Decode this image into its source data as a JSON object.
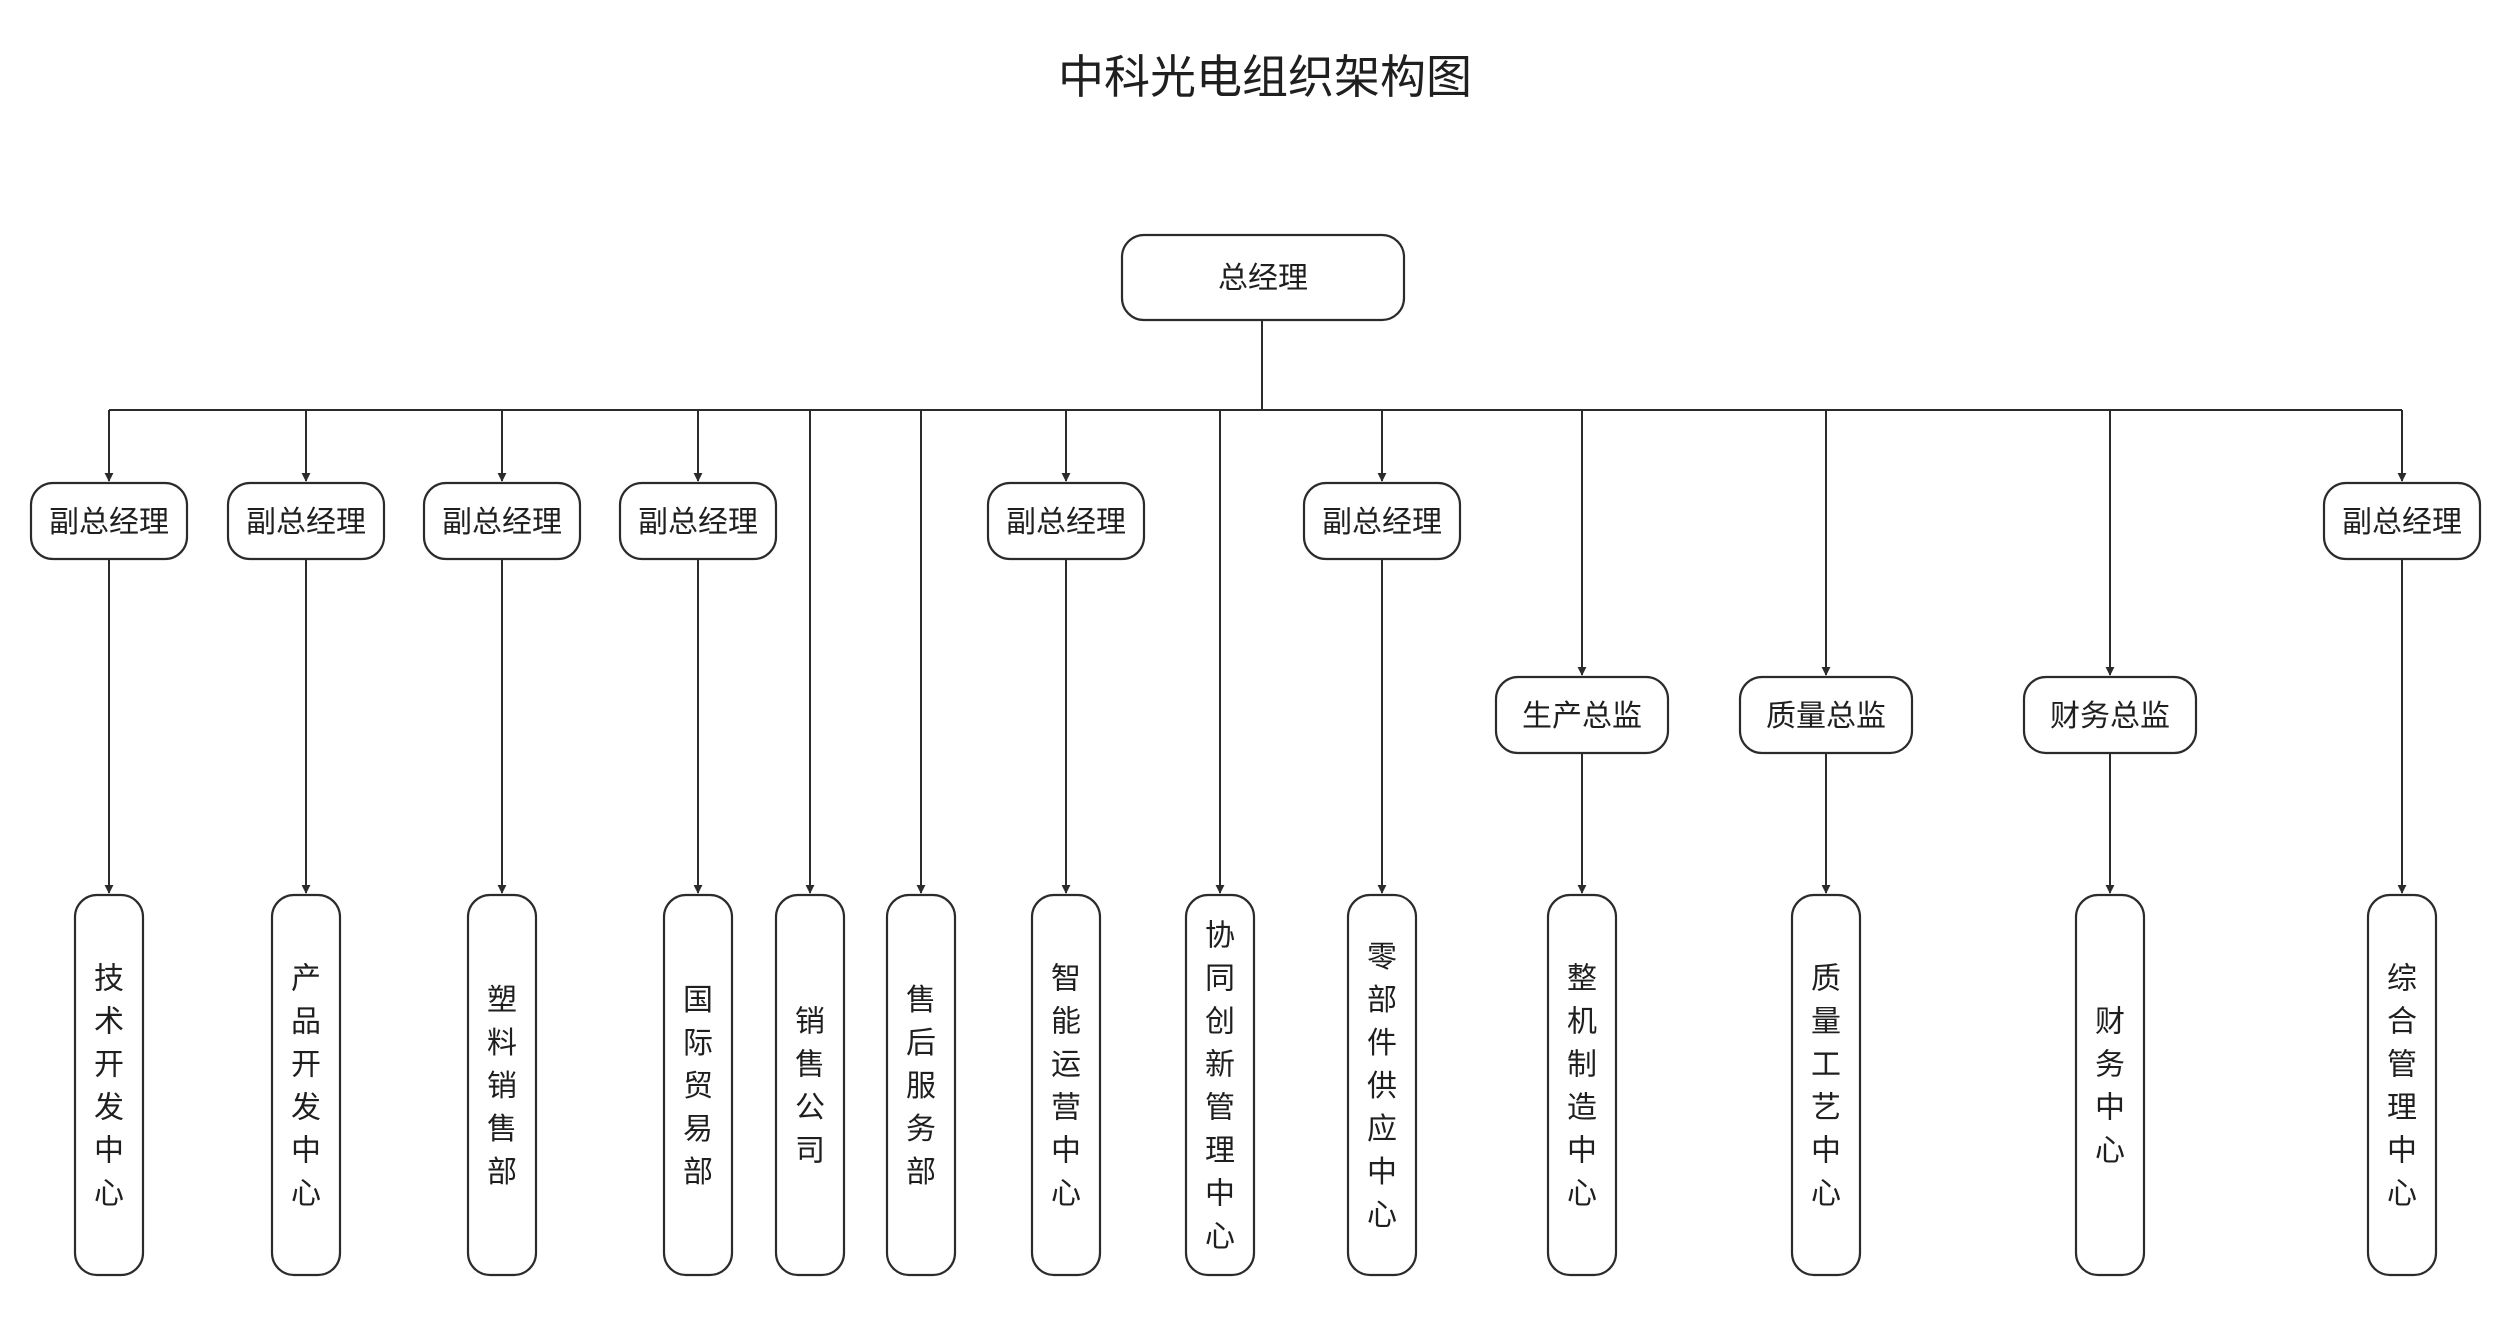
{
  "title": "中科光电组织架构图",
  "root": {
    "label": "总经理"
  },
  "deputies": [
    {
      "label": "副总经理"
    },
    {
      "label": "副总经理"
    },
    {
      "label": "副总经理"
    },
    {
      "label": "副总经理"
    },
    {
      "label": "副总经理"
    },
    {
      "label": "副总经理"
    },
    {
      "label": "副总经理"
    }
  ],
  "directors": [
    {
      "label": "生产总监"
    },
    {
      "label": "质量总监"
    },
    {
      "label": "财务总监"
    }
  ],
  "departments": [
    {
      "label": "技术开发中心"
    },
    {
      "label": "产品开发中心"
    },
    {
      "label": "塑料销售部"
    },
    {
      "label": "国际贸易部"
    },
    {
      "label": "销售公司"
    },
    {
      "label": "售后服务部"
    },
    {
      "label": "智能运营中心"
    },
    {
      "label": "协同创新管理中心"
    },
    {
      "label": "零部件供应中心"
    },
    {
      "label": "整机制造中心"
    },
    {
      "label": "质量工艺中心"
    },
    {
      "label": "财务中心"
    },
    {
      "label": "综合管理中心"
    }
  ],
  "colors": {
    "line": "#2b2b2b",
    "text": "#1f1f1f",
    "box_fill": "#ffffff"
  }
}
